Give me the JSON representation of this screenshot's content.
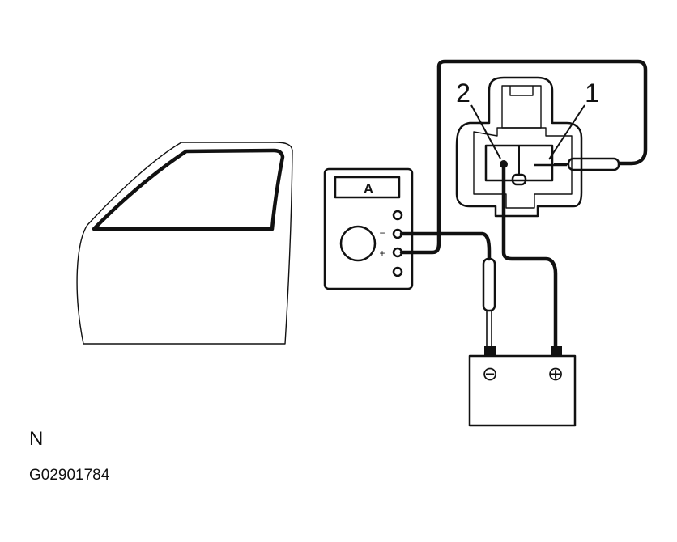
{
  "meter": {
    "unit_label": "A",
    "minus_label": "−",
    "plus_label": "+"
  },
  "connector": {
    "terminal_1_label": "1",
    "terminal_2_label": "2"
  },
  "battery": {
    "negative_symbol": "⊖",
    "positive_symbol": "⊕"
  },
  "view_label": "N",
  "figure_code": "G02901784"
}
